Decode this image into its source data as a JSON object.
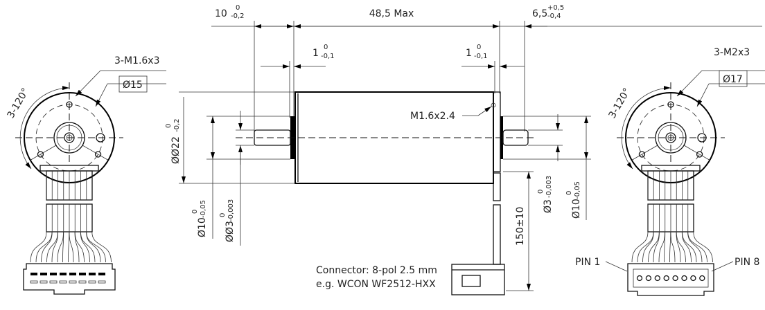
{
  "dimensions": {
    "left_shaft_length": {
      "value": "10",
      "upper": "0",
      "lower": "-0,2"
    },
    "body_length": "48,5 Max",
    "right_shaft_length": {
      "value": "6,5",
      "upper": "+0,5",
      "lower": "-0,4"
    },
    "left_step": {
      "value": "1",
      "upper": "0",
      "lower": "-0,1"
    },
    "right_step": {
      "value": "1",
      "upper": "0",
      "lower": "-0,1"
    },
    "body_diameter": {
      "value": "ØØ22",
      "upper": "0",
      "lower": "-0,2"
    },
    "left_pilot_diameter": {
      "value": "Ø10",
      "upper": "0",
      "lower": "-0,05"
    },
    "left_shaft_diameter": {
      "value": "ØØ3",
      "upper": "0",
      "lower": "-0,003"
    },
    "right_shaft_diameter": {
      "value": "Ø3",
      "upper": "0",
      "lower": "-0,003"
    },
    "right_pilot_diameter": {
      "value": "Ø10",
      "upper": "0",
      "lower": "-0,05"
    },
    "cable_length": "150±10"
  },
  "labels": {
    "side_hole": "M1.6x2.4",
    "connector_line1": "Connector: 8-pol 2.5 mm",
    "connector_line2": "e.g. WCON WF2512-HXX"
  },
  "left_view": {
    "holes": "3-M1.6x3",
    "pcd": "Ø15",
    "angle": "3-120°"
  },
  "right_view": {
    "holes": "3-M2x3",
    "pcd": "Ø17",
    "angle": "3-120°",
    "pin_first": "PIN 1",
    "pin_last": "PIN 8"
  }
}
